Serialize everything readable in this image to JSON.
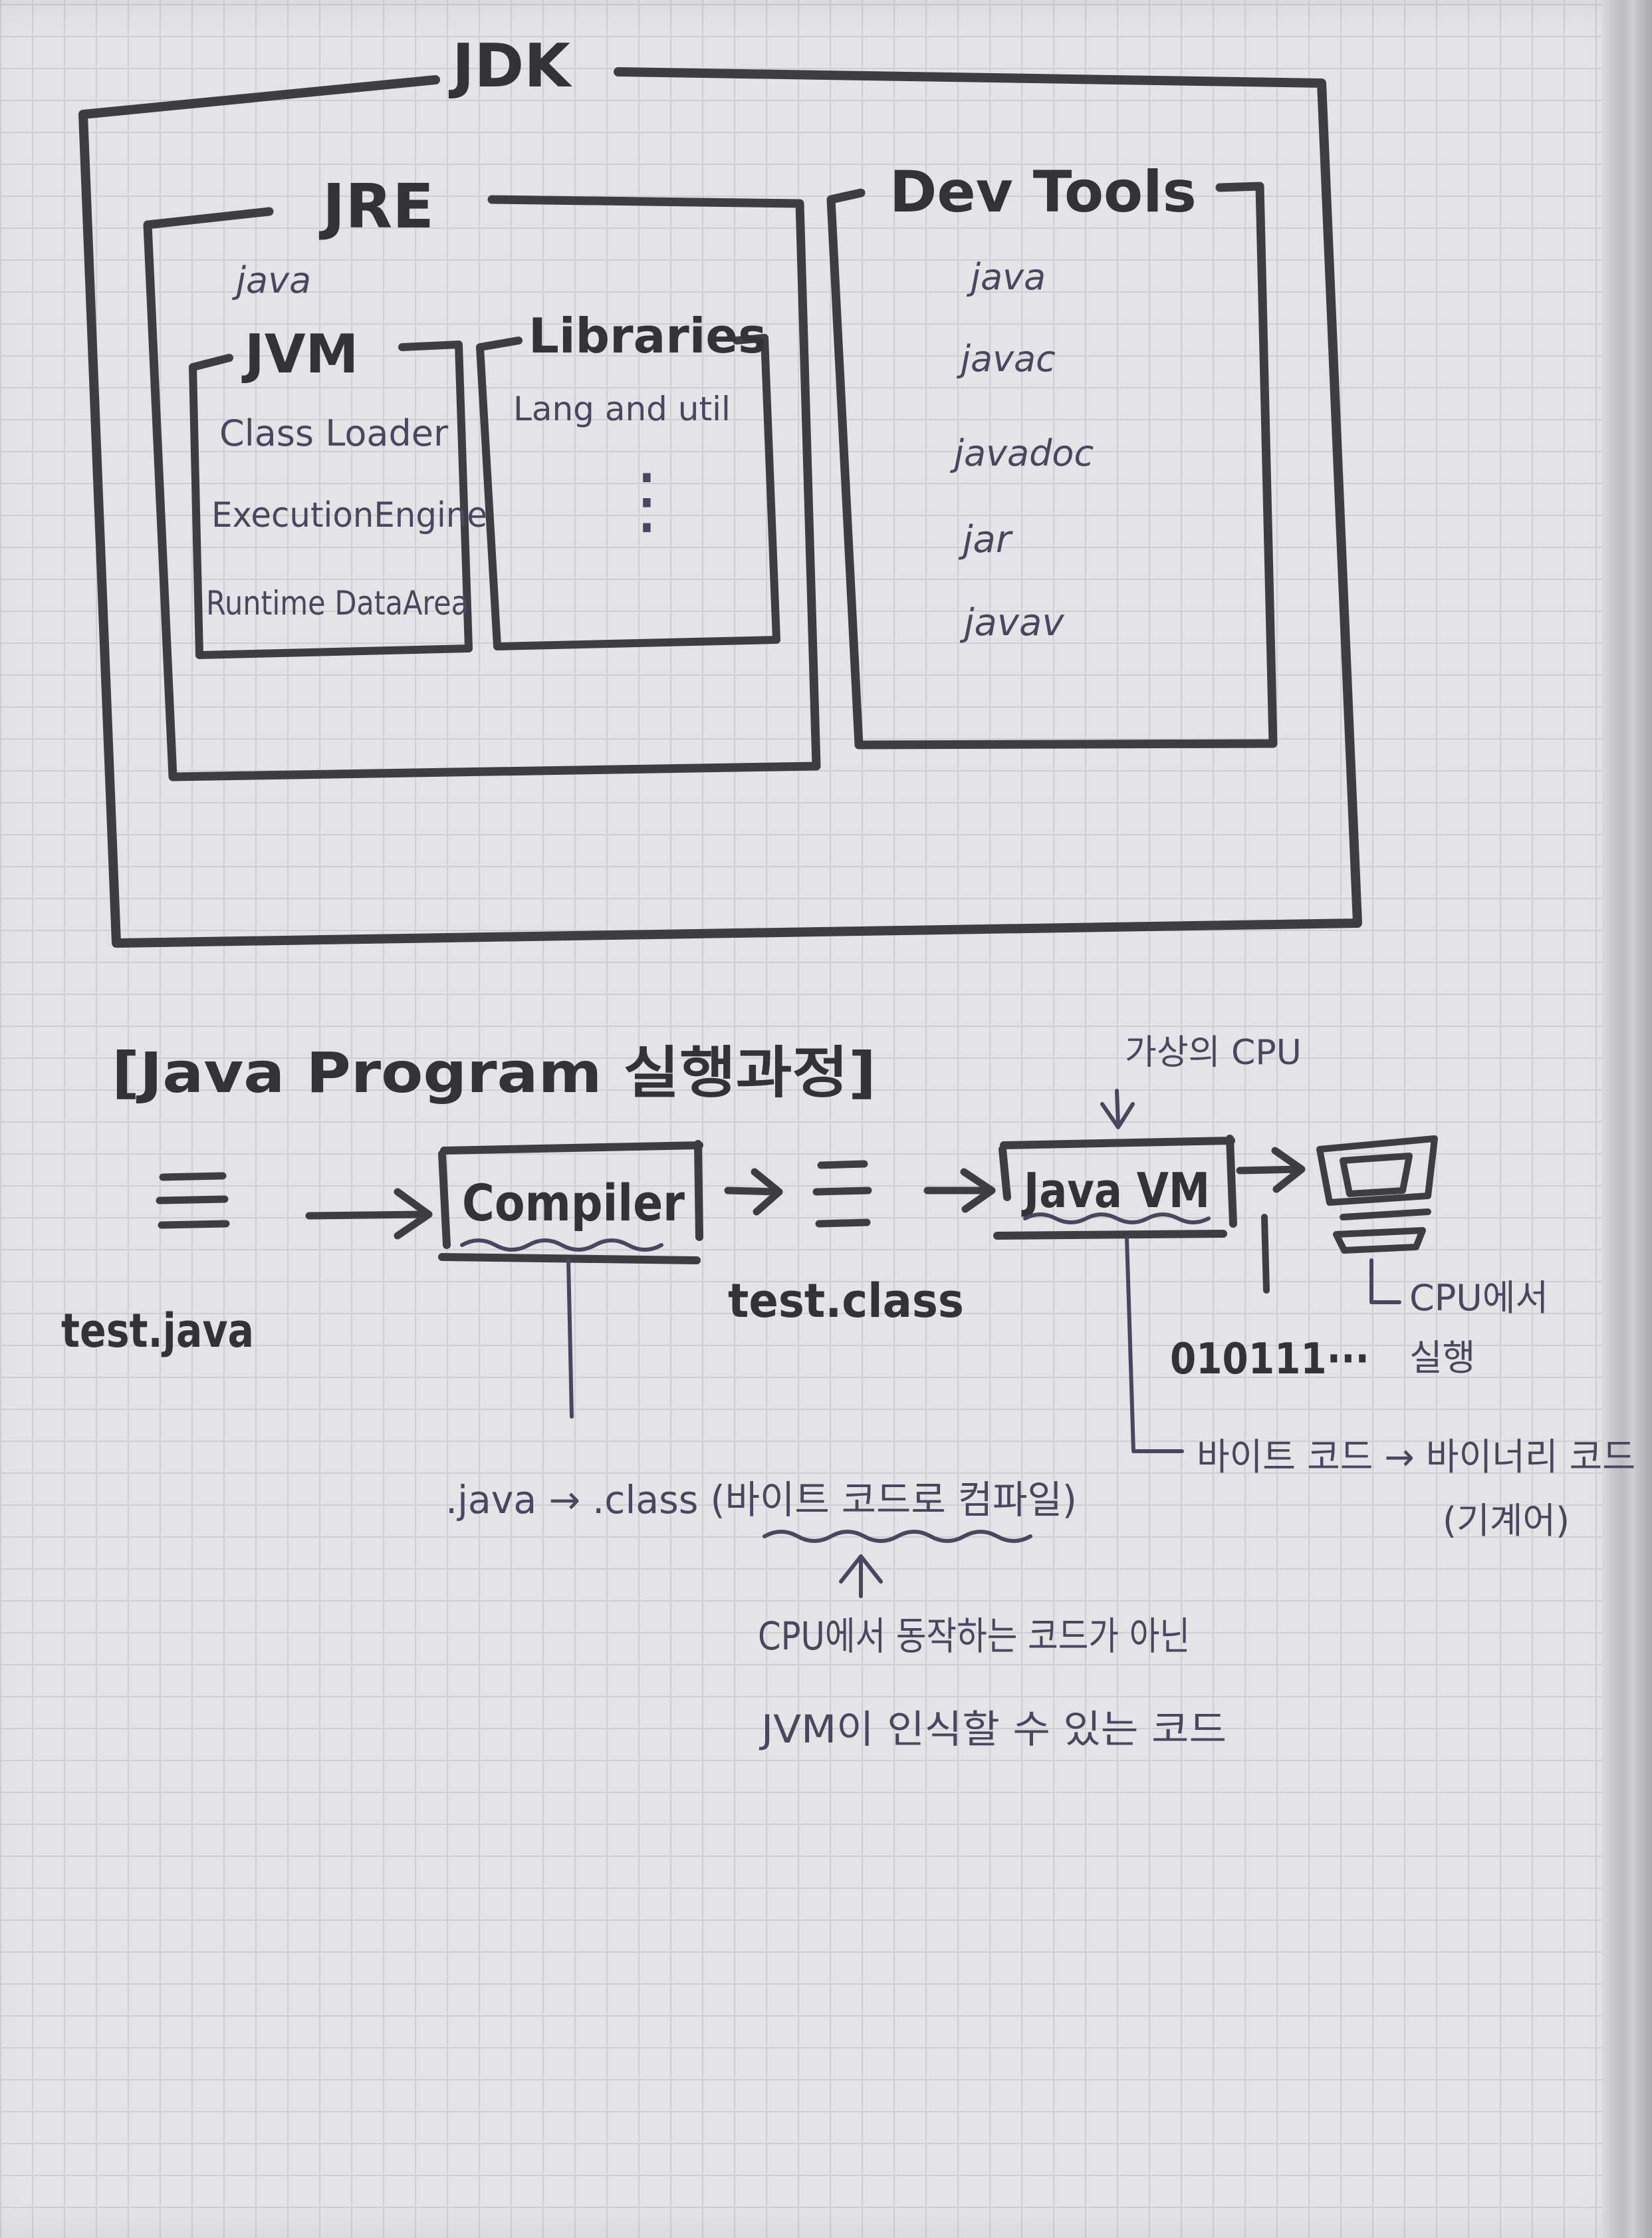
{
  "jdk": {
    "title": "JDK",
    "jre": {
      "title": "JRE",
      "java_label": "java",
      "jvm": {
        "title": "JVM",
        "items": [
          "Class Loader",
          "ExecutionEngine",
          "Runtime DataArea"
        ]
      },
      "libraries": {
        "title": "Libraries",
        "items": [
          "Lang and util"
        ],
        "more": "⋮"
      }
    },
    "dev_tools": {
      "title": "Dev Tools",
      "items": [
        "java",
        "javac",
        "javadoc",
        "jar",
        "javav"
      ]
    }
  },
  "process": {
    "title": "[Java Program 실행과정]",
    "source_file": "test.java",
    "compiler": "Compiler",
    "class_file": "test.class",
    "virtual_cpu_note": "가상의 CPU",
    "jvm_box": "Java VM",
    "binary_digits": "010111···",
    "cpu_run_note": [
      "CPU에서",
      "실행"
    ],
    "compile_note": ".java → .class (바이트 코드로 컴파일)",
    "bytecode_note": [
      "CPU에서 동작하는 코드가 아닌",
      "JVM이 인식할 수 있는 코드"
    ],
    "binary_note": [
      "바이트 코드 → 바이너리 코드",
      "(기계어)"
    ]
  }
}
